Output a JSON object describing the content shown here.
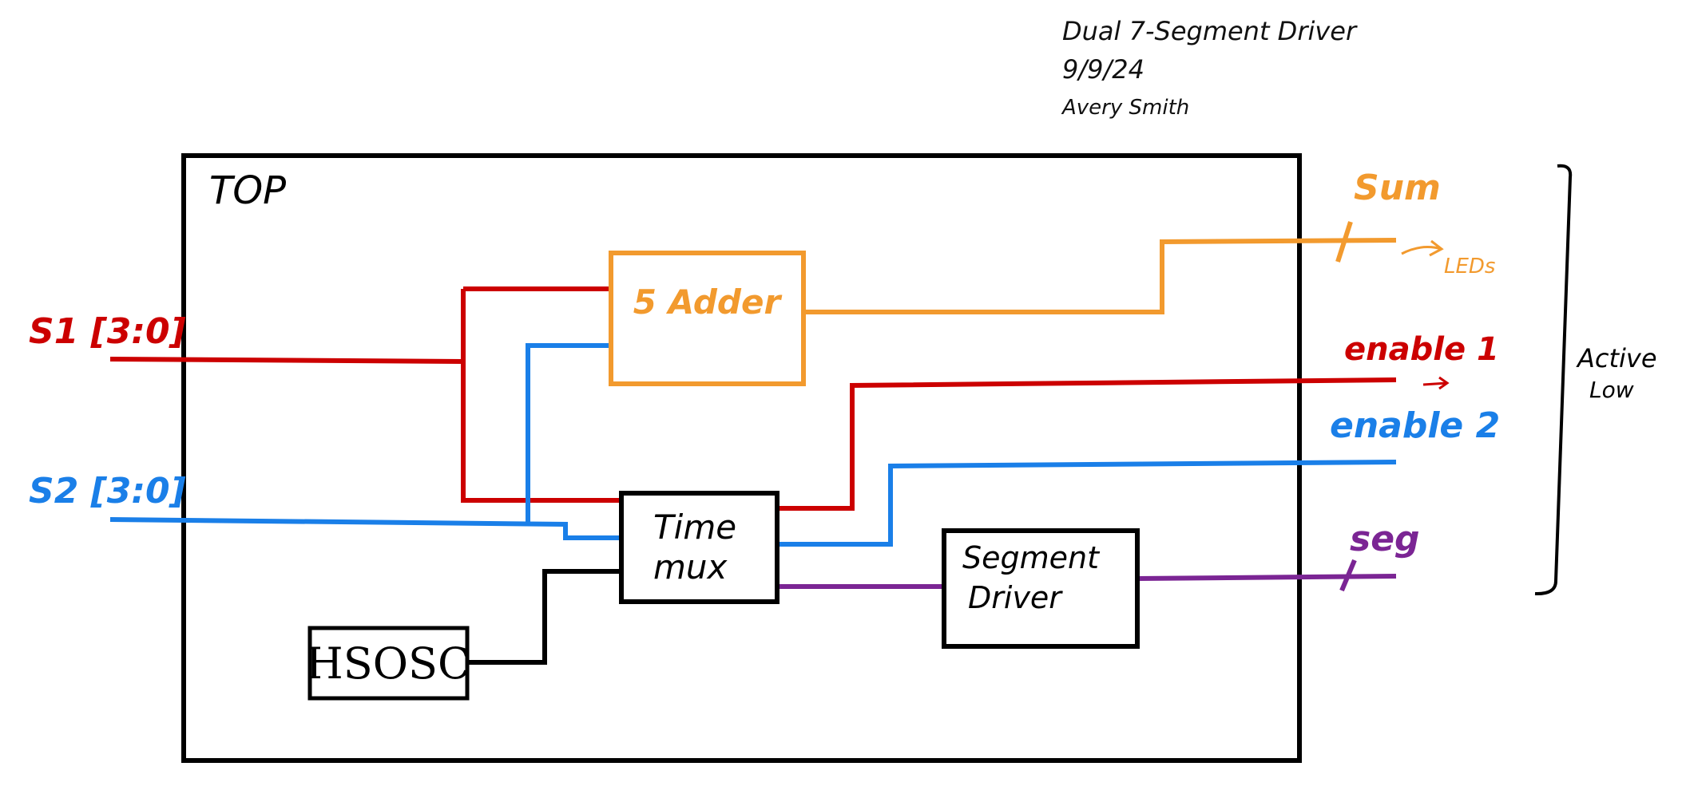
{
  "header": {
    "title": "Dual 7-Segment Driver",
    "date": "9/9/24",
    "author": "Avery Smith"
  },
  "top_module": {
    "label": "TOP"
  },
  "blocks": {
    "adder": "5 Adder",
    "time_mux_line1": "Time",
    "time_mux_line2": "mux",
    "segment_driver_line1": "Segment",
    "segment_driver_line2": "Driver",
    "hsosc": "HSOSC"
  },
  "inputs": {
    "s1": "S1 [3:0]",
    "s2": "S2 [3:0]"
  },
  "outputs": {
    "sum": "Sum",
    "sum_note": "LEDs",
    "enable1": "enable 1",
    "enable2": "enable 2",
    "seg": "seg"
  },
  "annotation": {
    "line1": "Active",
    "line2": "Low"
  },
  "colors": {
    "s1": "#cc0000",
    "s2": "#1a7fe8",
    "sum": "#f29a2e",
    "seg": "#7b2594",
    "outline": "#000000"
  }
}
